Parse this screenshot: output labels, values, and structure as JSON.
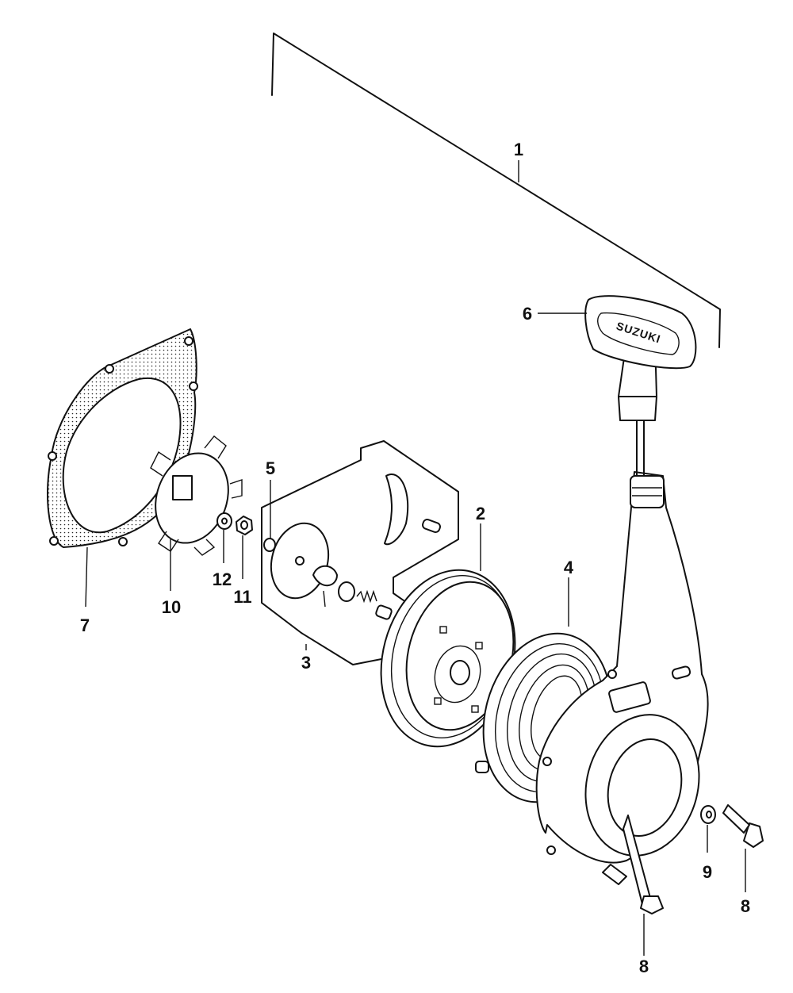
{
  "callouts": [
    {
      "id": "c1",
      "text": "1"
    },
    {
      "id": "c2",
      "text": "2"
    },
    {
      "id": "c3",
      "text": "3"
    },
    {
      "id": "c4",
      "text": "4"
    },
    {
      "id": "c5",
      "text": "5"
    },
    {
      "id": "c6",
      "text": "6"
    },
    {
      "id": "c7",
      "text": "7"
    },
    {
      "id": "c8a",
      "text": "8"
    },
    {
      "id": "c8b",
      "text": "8"
    },
    {
      "id": "c9",
      "text": "9"
    },
    {
      "id": "c10",
      "text": "10"
    },
    {
      "id": "c11",
      "text": "11"
    },
    {
      "id": "c12",
      "text": "12"
    }
  ],
  "handle_brand": "SUZUKI"
}
